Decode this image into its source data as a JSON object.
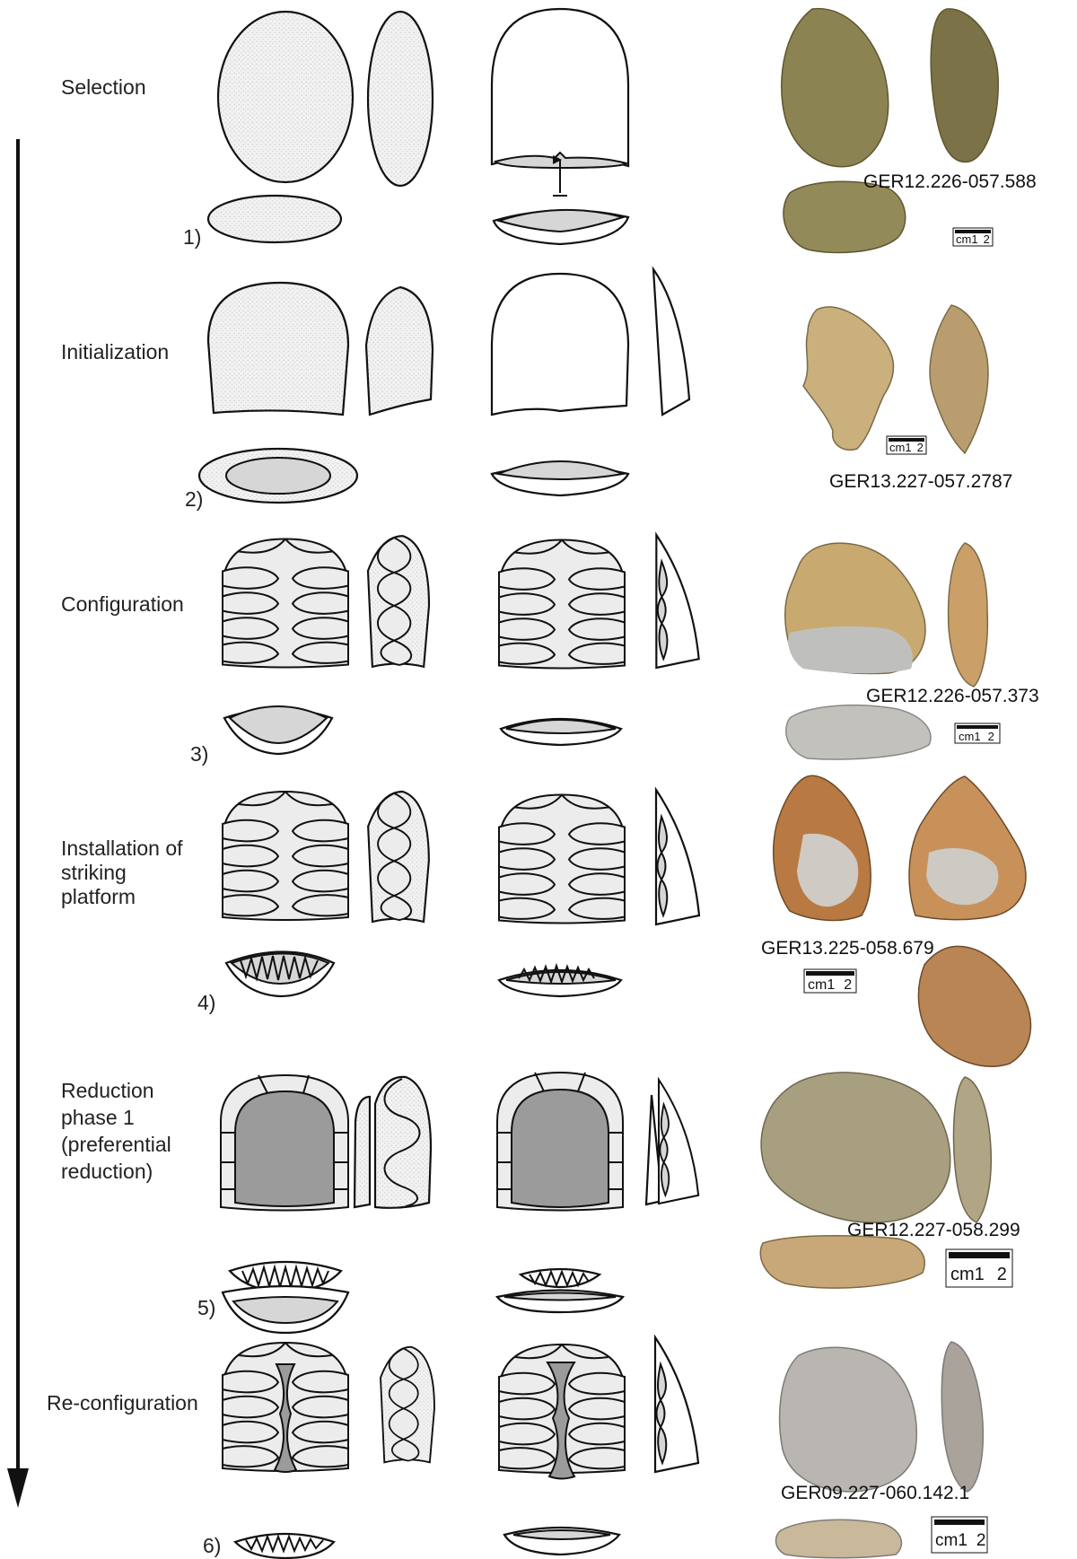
{
  "stages": [
    {
      "label_lines": [
        "Selection"
      ],
      "number": "1)",
      "artifact": "GER12.226-057.588",
      "scale": {
        "unit": "cm",
        "t1": "1",
        "t2": "2"
      },
      "photo_colors": [
        "#8c8352",
        "#7b7347",
        "#938a5a"
      ]
    },
    {
      "label_lines": [
        "Initialization"
      ],
      "number": "2)",
      "artifact": "GER13.227-057.2787",
      "scale": {
        "unit": "cm",
        "t1": "1",
        "t2": "2"
      },
      "photo_colors": [
        "#c9b07c",
        "#b99d6e"
      ]
    },
    {
      "label_lines": [
        "Configuration"
      ],
      "number": "3)",
      "artifact": "GER12.226-057.373",
      "scale": {
        "unit": "cm",
        "t1": "1",
        "t2": "2"
      },
      "photo_colors": [
        "#c8a96f",
        "#caa068",
        "#c3c1bb"
      ]
    },
    {
      "label_lines": [
        "Installation of",
        "striking",
        "platform"
      ],
      "number": "4)",
      "artifact": "GER13.225-058.679",
      "scale": {
        "unit": "cm",
        "t1": "1",
        "t2": "2"
      },
      "photo_colors": [
        "#b87a42",
        "#c9915a",
        "#b98555"
      ]
    },
    {
      "label_lines": [
        "Reduction",
        "phase 1",
        "(preferential",
        "reduction)"
      ],
      "number": "5)",
      "artifact": "GER12.227-058.299",
      "scale": {
        "unit": "cm",
        "t1": "1",
        "t2": "2"
      },
      "photo_colors": [
        "#a89e80",
        "#b0a585",
        "#c8a878"
      ]
    },
    {
      "label_lines": [
        "Re-configuration"
      ],
      "number": "6)",
      "artifact": "GER09.227-060.142.1",
      "scale": {
        "unit": "cm",
        "t1": "1",
        "t2": "2"
      },
      "photo_colors": [
        "#b9b5b0",
        "#a9a39c",
        "#c9b89a"
      ]
    }
  ]
}
